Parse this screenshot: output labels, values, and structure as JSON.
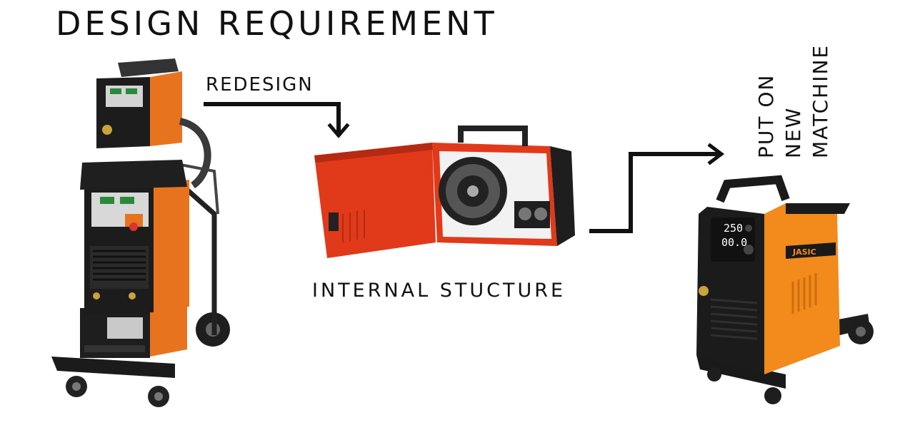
{
  "title": "DESIGN REQUIREMENT",
  "arrow_label_redesign": "REDESIGN",
  "caption_internal": "INTERNAL STUCTURE",
  "vertical_label": {
    "line1": "PUT ON",
    "line2": "NEW",
    "line3": "MATCHINE"
  },
  "brand_text": "JASIC",
  "display_readouts": [
    "250",
    "00.0"
  ],
  "colors": {
    "accent_orange": "#e8731f",
    "panel_black": "#1a1a1a",
    "feeder_red": "#e03a1a",
    "ink": "#111111"
  }
}
